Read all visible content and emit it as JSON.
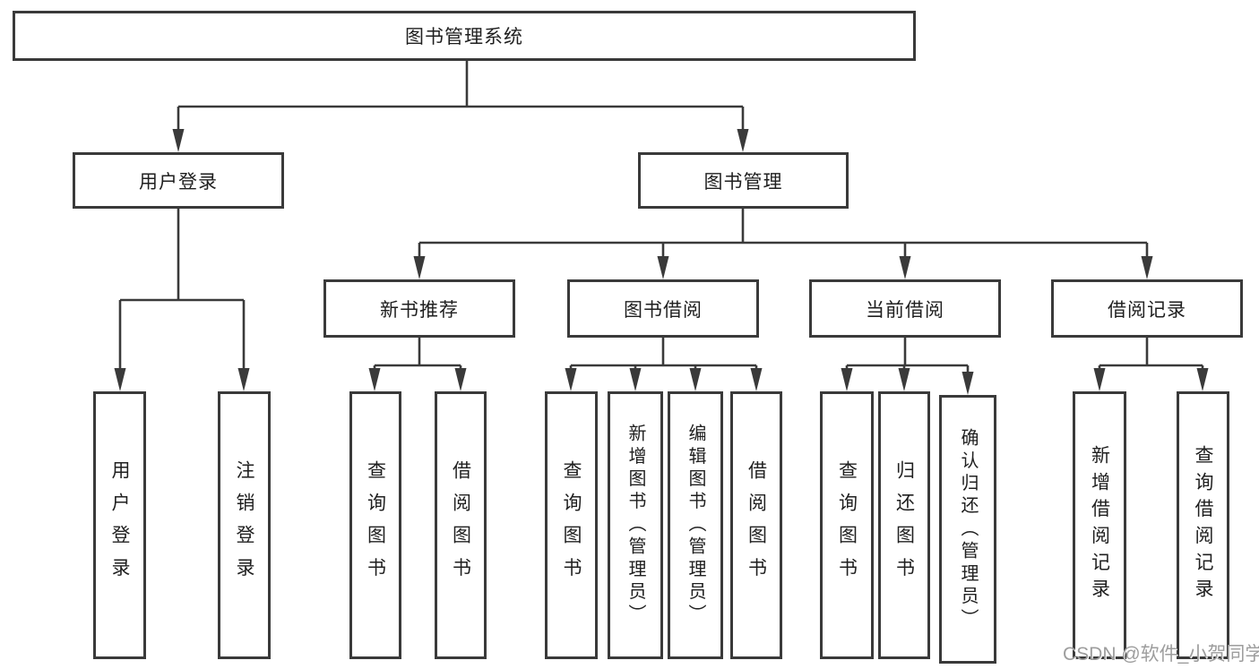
{
  "tree": {
    "label": "图书管理系统",
    "children": [
      {
        "label": "用户登录",
        "children": [
          {
            "label": "用户登录"
          },
          {
            "label": "注销登录"
          }
        ]
      },
      {
        "label": "图书管理",
        "children": [
          {
            "label": "新书推荐",
            "children": [
              {
                "label": "查询图书"
              },
              {
                "label": "借阅图书"
              }
            ]
          },
          {
            "label": "图书借阅",
            "children": [
              {
                "label": "查询图书"
              },
              {
                "label": "新增图书（管理员）"
              },
              {
                "label": "编辑图书（管理员）"
              },
              {
                "label": "借阅图书"
              }
            ]
          },
          {
            "label": "当前借阅",
            "children": [
              {
                "label": "查询图书"
              },
              {
                "label": "归还图书"
              },
              {
                "label": "确认归还（管理员）"
              }
            ]
          },
          {
            "label": "借阅记录",
            "children": [
              {
                "label": "新增借阅记录"
              },
              {
                "label": "查询借阅记录"
              }
            ]
          }
        ]
      }
    ]
  },
  "watermark": {
    "text": "CSDN @软件_小贺同学"
  },
  "colors": {
    "line": "#3a3a3a",
    "text": "#1f1f1f",
    "background": "#ffffff",
    "watermark": "#9d9d9d"
  }
}
